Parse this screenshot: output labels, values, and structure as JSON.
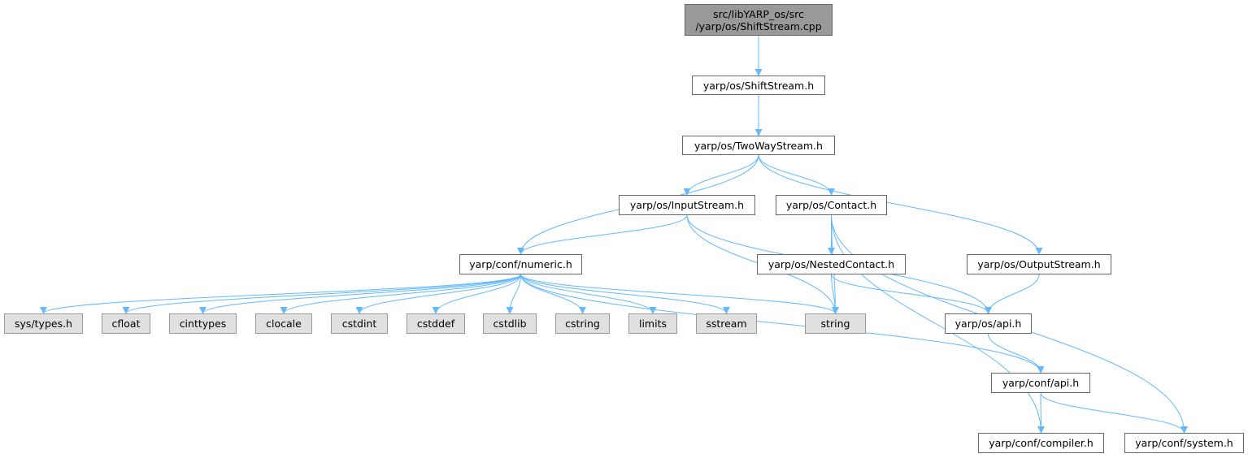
{
  "graph": {
    "edge_color": "#63b8ff",
    "root": {
      "id": "root",
      "lines": [
        "src/libYARP_os/src",
        "/yarp/os/ShiftStream.cpp"
      ]
    },
    "nodes": [
      {
        "id": "shiftstream_h",
        "label": "yarp/os/ShiftStream.h",
        "kind": "header"
      },
      {
        "id": "twowaystream_h",
        "label": "yarp/os/TwoWayStream.h",
        "kind": "header"
      },
      {
        "id": "inputstream_h",
        "label": "yarp/os/InputStream.h",
        "kind": "header"
      },
      {
        "id": "contact_h",
        "label": "yarp/os/Contact.h",
        "kind": "header"
      },
      {
        "id": "numeric_h",
        "label": "yarp/conf/numeric.h",
        "kind": "header"
      },
      {
        "id": "nestedcontact_h",
        "label": "yarp/os/NestedContact.h",
        "kind": "header"
      },
      {
        "id": "outputstream_h",
        "label": "yarp/os/OutputStream.h",
        "kind": "header"
      },
      {
        "id": "sys_types_h",
        "label": "sys/types.h",
        "kind": "system"
      },
      {
        "id": "cfloat",
        "label": "cfloat",
        "kind": "system"
      },
      {
        "id": "cinttypes",
        "label": "cinttypes",
        "kind": "system"
      },
      {
        "id": "clocale",
        "label": "clocale",
        "kind": "system"
      },
      {
        "id": "cstdint",
        "label": "cstdint",
        "kind": "system"
      },
      {
        "id": "cstddef",
        "label": "cstddef",
        "kind": "system"
      },
      {
        "id": "cstdlib",
        "label": "cstdlib",
        "kind": "system"
      },
      {
        "id": "cstring",
        "label": "cstring",
        "kind": "system"
      },
      {
        "id": "limits",
        "label": "limits",
        "kind": "system"
      },
      {
        "id": "sstream",
        "label": "sstream",
        "kind": "system"
      },
      {
        "id": "string",
        "label": "string",
        "kind": "system"
      },
      {
        "id": "os_api_h",
        "label": "yarp/os/api.h",
        "kind": "header"
      },
      {
        "id": "conf_api_h",
        "label": "yarp/conf/api.h",
        "kind": "header"
      },
      {
        "id": "compiler_h",
        "label": "yarp/conf/compiler.h",
        "kind": "header"
      },
      {
        "id": "system_h",
        "label": "yarp/conf/system.h",
        "kind": "header"
      }
    ],
    "edges": [
      {
        "from": "root",
        "to": "shiftstream_h"
      },
      {
        "from": "shiftstream_h",
        "to": "twowaystream_h"
      },
      {
        "from": "twowaystream_h",
        "to": "inputstream_h"
      },
      {
        "from": "twowaystream_h",
        "to": "contact_h"
      },
      {
        "from": "twowaystream_h",
        "to": "numeric_h"
      },
      {
        "from": "twowaystream_h",
        "to": "outputstream_h"
      },
      {
        "from": "inputstream_h",
        "to": "numeric_h"
      },
      {
        "from": "inputstream_h",
        "to": "string"
      },
      {
        "from": "inputstream_h",
        "to": "os_api_h"
      },
      {
        "from": "contact_h",
        "to": "nestedcontact_h"
      },
      {
        "from": "contact_h",
        "to": "string"
      },
      {
        "from": "contact_h",
        "to": "compiler_h"
      },
      {
        "from": "contact_h",
        "to": "system_h"
      },
      {
        "from": "nestedcontact_h",
        "to": "string"
      },
      {
        "from": "nestedcontact_h",
        "to": "os_api_h"
      },
      {
        "from": "outputstream_h",
        "to": "os_api_h"
      },
      {
        "from": "numeric_h",
        "to": "sys_types_h"
      },
      {
        "from": "numeric_h",
        "to": "cfloat"
      },
      {
        "from": "numeric_h",
        "to": "cinttypes"
      },
      {
        "from": "numeric_h",
        "to": "clocale"
      },
      {
        "from": "numeric_h",
        "to": "cstdint"
      },
      {
        "from": "numeric_h",
        "to": "cstddef"
      },
      {
        "from": "numeric_h",
        "to": "cstdlib"
      },
      {
        "from": "numeric_h",
        "to": "cstring"
      },
      {
        "from": "numeric_h",
        "to": "limits"
      },
      {
        "from": "numeric_h",
        "to": "sstream"
      },
      {
        "from": "numeric_h",
        "to": "string"
      },
      {
        "from": "numeric_h",
        "to": "conf_api_h"
      },
      {
        "from": "os_api_h",
        "to": "conf_api_h"
      },
      {
        "from": "conf_api_h",
        "to": "compiler_h"
      },
      {
        "from": "conf_api_h",
        "to": "system_h"
      }
    ]
  }
}
